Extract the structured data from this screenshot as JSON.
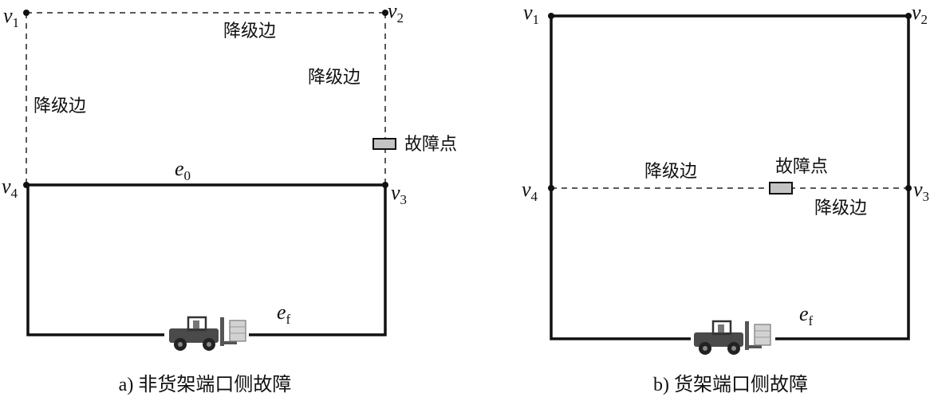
{
  "left": {
    "caption": "a) 非货架端口侧故障",
    "v1": {
      "letter": "v",
      "sub": "1"
    },
    "v2": {
      "letter": "v",
      "sub": "2"
    },
    "v3": {
      "letter": "v",
      "sub": "3"
    },
    "v4": {
      "letter": "v",
      "sub": "4"
    },
    "top_edge": "降级边",
    "right_edge": "降级边",
    "left_edge": "降级边",
    "fault": "故障点",
    "e0": {
      "letter": "e",
      "sub": "0"
    },
    "ef": {
      "letter": "e",
      "sub": "f"
    }
  },
  "right": {
    "caption": "b) 货架端口侧故障",
    "v1": {
      "letter": "v",
      "sub": "1"
    },
    "v2": {
      "letter": "v",
      "sub": "2"
    },
    "v3": {
      "letter": "v",
      "sub": "3"
    },
    "v4": {
      "letter": "v",
      "sub": "4"
    },
    "mid_left_edge": "降级边",
    "mid_right_edge": "降级边",
    "fault": "故障点",
    "ef": {
      "letter": "e",
      "sub": "f"
    }
  }
}
